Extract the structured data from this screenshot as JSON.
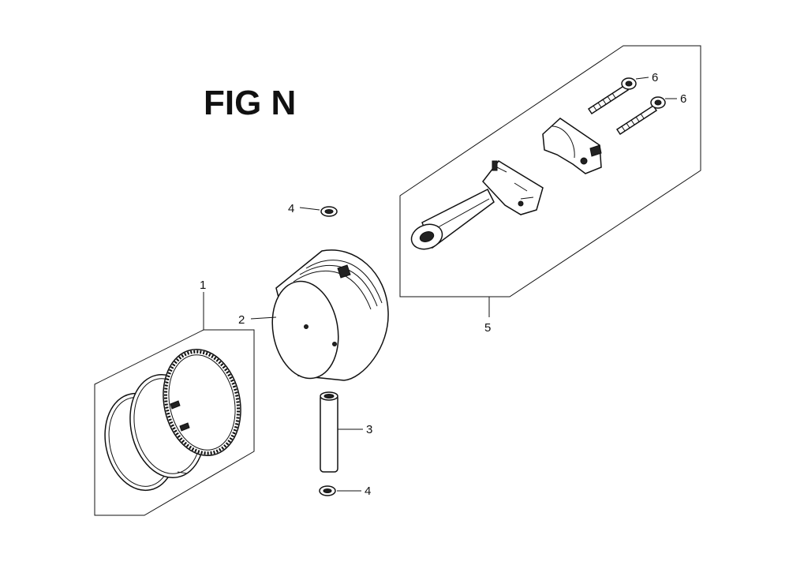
{
  "figure": {
    "title": "FIG N"
  },
  "callouts": [
    {
      "id": "1",
      "label": "1"
    },
    {
      "id": "2",
      "label": "2"
    },
    {
      "id": "3",
      "label": "3"
    },
    {
      "id": "4a",
      "label": "4"
    },
    {
      "id": "4b",
      "label": "4"
    },
    {
      "id": "5",
      "label": "5"
    },
    {
      "id": "6a",
      "label": "6"
    },
    {
      "id": "6b",
      "label": "6"
    }
  ]
}
